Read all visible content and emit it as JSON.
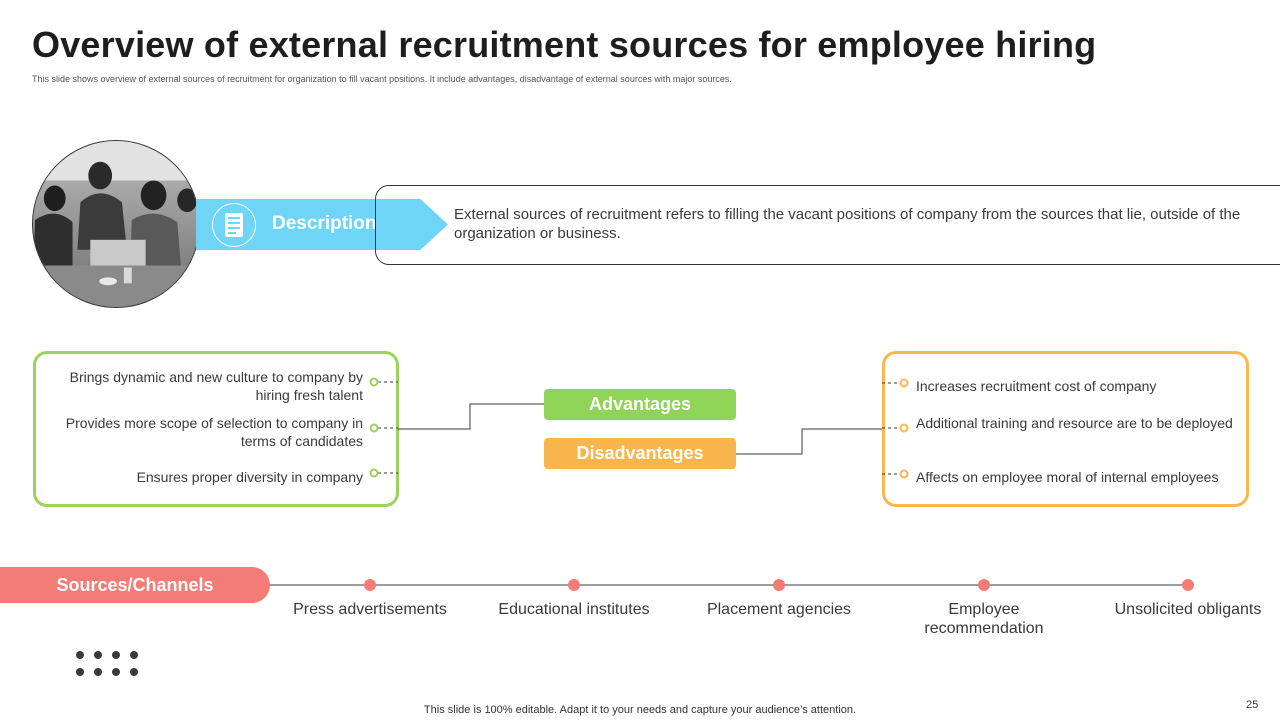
{
  "slide": {
    "title": "Overview of external recruitment sources for employee hiring",
    "subtitle": "This slide shows overview of external sources of recruitment for organization to fill vacant positions. It include advantages, disadvantage of external sources with major sources.",
    "page_number": "25",
    "footer": "This slide is 100% editable. Adapt it to your needs and capture your audience’s attention."
  },
  "description": {
    "label": "Description",
    "icon": "document-icon",
    "text": "External sources of recruitment refers to filling the vacant positions of company from the sources that lie, outside of the organization or business."
  },
  "advantages": {
    "label": "Advantages",
    "color": "#8fd456",
    "items": [
      "Brings dynamic and new culture to company by hiring fresh talent",
      "Provides more scope of selection to company in terms of candidates",
      "Ensures proper diversity in company"
    ]
  },
  "disadvantages": {
    "label": "Disadvantages",
    "color": "#f8b54c",
    "items": [
      "Increases recruitment cost of company",
      "Additional training and resource are to be deployed",
      "Affects on employee moral of internal employees"
    ]
  },
  "sources": {
    "label": "Sources/Channels",
    "color": "#f47c76",
    "items": [
      "Press advertisements",
      "Educational institutes",
      "Placement agencies",
      "Employee recommendation",
      "Unsolicited obligants"
    ]
  }
}
